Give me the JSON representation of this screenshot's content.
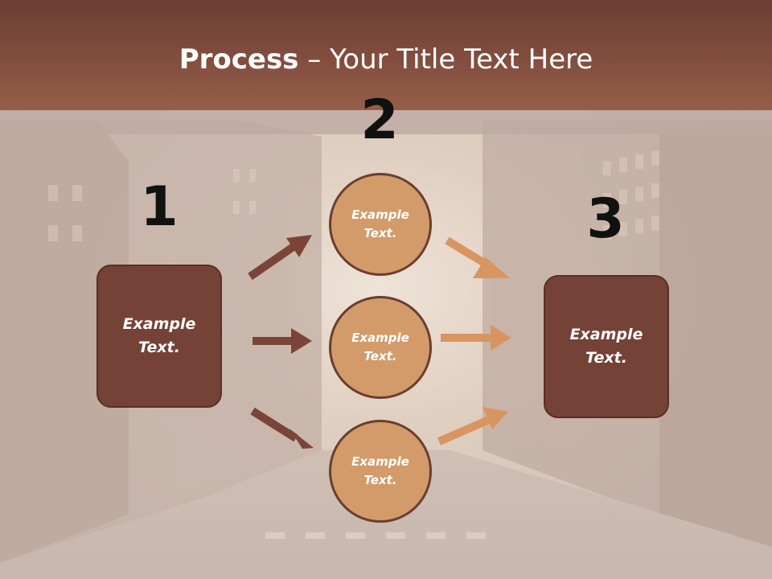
{
  "title": {
    "bold": "Process",
    "rest": " – Your Title Text Here"
  },
  "numbers": {
    "n1": "1",
    "n2": "2",
    "n3": "3"
  },
  "boxes": {
    "left": "Example Text.",
    "right": "Example Text."
  },
  "circles": [
    {
      "label": "Example Text."
    },
    {
      "label": "Example Text."
    },
    {
      "label": "Example Text."
    }
  ],
  "colors": {
    "title_bar": "#7e4b3d",
    "box_fill": "#744237",
    "circle_fill": "#d29b69",
    "arrow_dark": "#7a4538",
    "arrow_light": "#d9955f"
  }
}
